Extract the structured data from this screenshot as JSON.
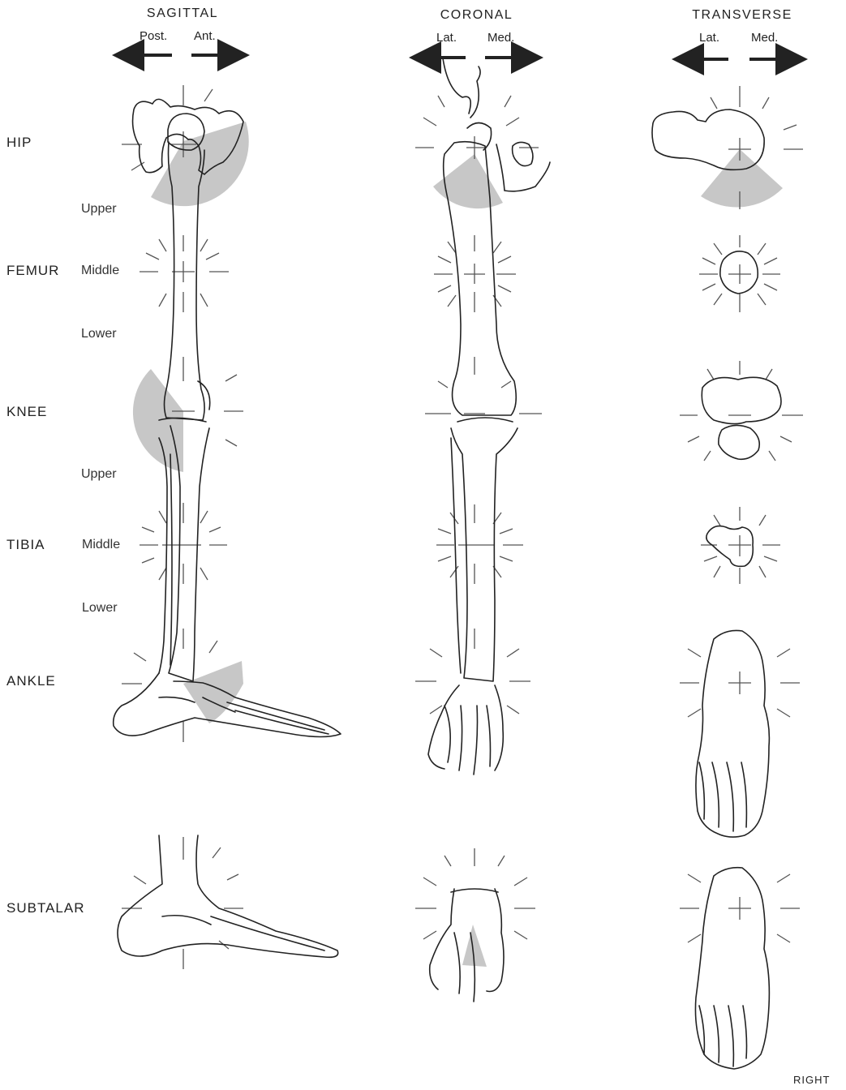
{
  "headers": {
    "sagittal": {
      "title": "SAGITTAL",
      "left": "Post.",
      "right": "Ant."
    },
    "coronal": {
      "title": "CORONAL",
      "left": "Lat.",
      "right": "Med."
    },
    "transverse": {
      "title": "TRANSVERSE",
      "left": "Lat.",
      "right": "Med."
    }
  },
  "rows": {
    "hip": "HIP",
    "femur": "FEMUR",
    "knee": "KNEE",
    "tibia": "TIBIA",
    "ankle": "ANKLE",
    "subtalar": "SUBTALAR"
  },
  "segments": {
    "femur_upper": "Upper",
    "femur_middle": "Middle",
    "femur_lower": "Lower",
    "tibia_upper": "Upper",
    "tibia_middle": "Middle",
    "tibia_lower": "Lower"
  },
  "corner": "RIGHT",
  "colors": {
    "line": "#222222",
    "shade": "#bdbdbd",
    "tick": "#555555"
  }
}
